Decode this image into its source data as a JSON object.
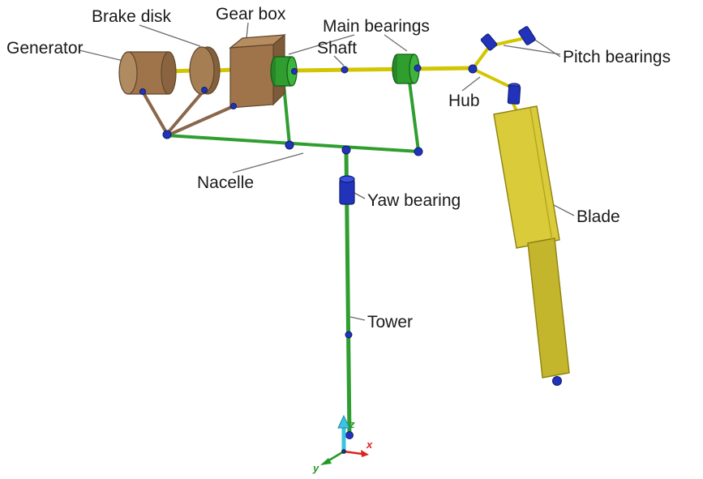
{
  "figure": {
    "description": "Wind turbine multibody model schematic with labeled components"
  },
  "labels": {
    "generator": "Generator",
    "brake_disk": "Brake disk",
    "gear_box": "Gear box",
    "main_bearings": "Main bearings",
    "shaft": "Shaft",
    "pitch_bearings": "Pitch bearings",
    "hub": "Hub",
    "nacelle": "Nacelle",
    "yaw_bearing": "Yaw bearing",
    "blade": "Blade",
    "tower": "Tower"
  },
  "axis_labels": {
    "x": "x",
    "y": "y",
    "z": "z"
  },
  "colors": {
    "component_brown": "#a0744a",
    "frame_green": "#2f9e2f",
    "shaft_yellow": "#d2c600",
    "joint_blue": "#2233bb",
    "blade_yellow": "#d9cb3a",
    "axis_x_red": "#dd2222",
    "axis_y_green": "#229922",
    "axis_z_cyan": "#3ec2e0",
    "leader_line": "#6b6b6b",
    "label_text": "#1a1a1a"
  }
}
